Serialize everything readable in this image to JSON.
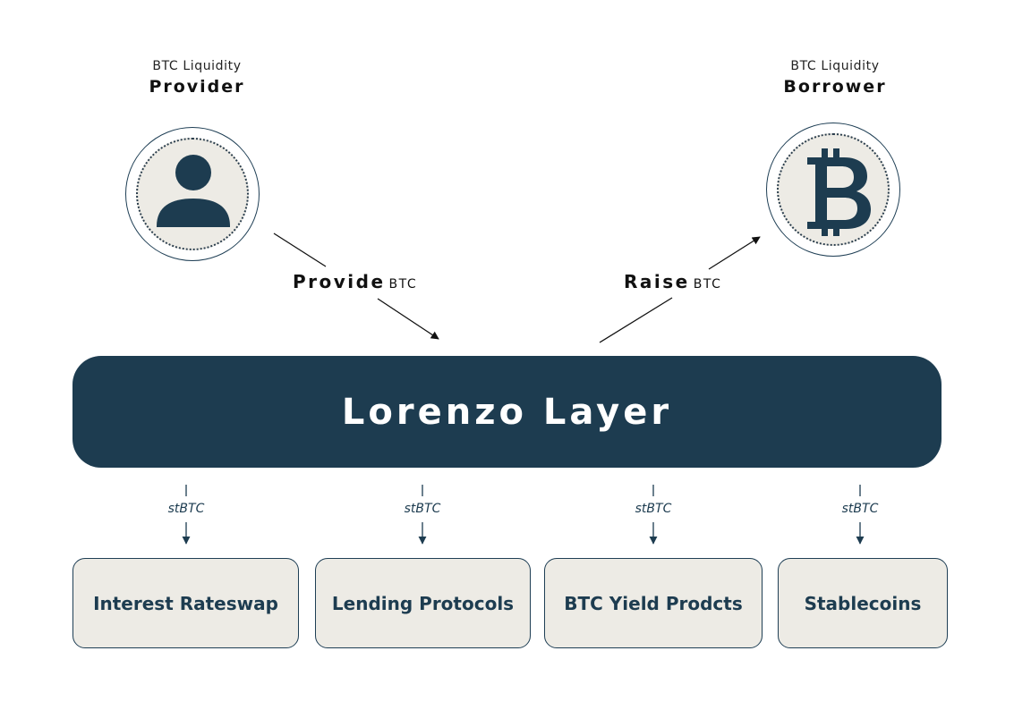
{
  "provider": {
    "caption": "BTC Liquidity",
    "title": "Provider",
    "icon": "person-icon"
  },
  "borrower": {
    "caption": "BTC Liquidity",
    "title": "Borrower",
    "icon": "bitcoin-icon"
  },
  "flows": {
    "provide": {
      "label": "Provide",
      "unit": "BTC"
    },
    "raise": {
      "label": "Raise",
      "unit": "BTC"
    }
  },
  "layer": {
    "title": "Lorenzo Layer"
  },
  "token_label": "stBTC",
  "products": [
    {
      "label": "Interest Rateswap"
    },
    {
      "label": "Lending Protocols"
    },
    {
      "label": "BTC Yield Prodcts"
    },
    {
      "label": "Stablecoins"
    }
  ],
  "colors": {
    "navy": "#1d3c50",
    "beige": "#edebe5",
    "outline": "#1f3f55"
  }
}
